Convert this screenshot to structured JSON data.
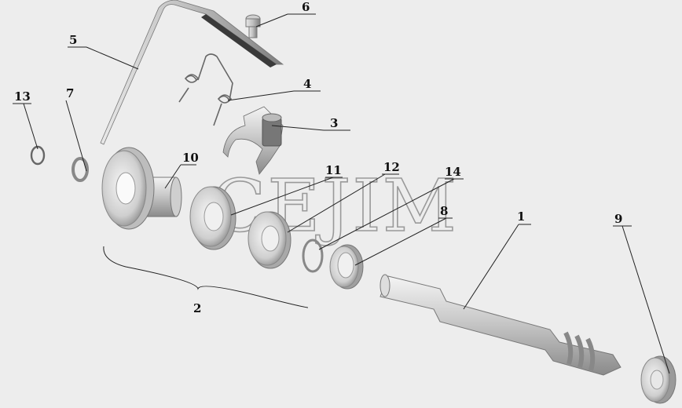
{
  "watermark": "CEJIM",
  "callouts": [
    {
      "id": "label-1",
      "text": "1"
    },
    {
      "id": "label-2",
      "text": "2"
    },
    {
      "id": "label-3",
      "text": "3"
    },
    {
      "id": "label-4",
      "text": "4"
    },
    {
      "id": "label-5",
      "text": "5"
    },
    {
      "id": "label-6",
      "text": "6"
    },
    {
      "id": "label-7",
      "text": "7"
    },
    {
      "id": "label-8",
      "text": "8"
    },
    {
      "id": "label-9",
      "text": "9"
    },
    {
      "id": "label-10",
      "text": "10"
    },
    {
      "id": "label-11",
      "text": "11"
    },
    {
      "id": "label-12",
      "text": "12"
    },
    {
      "id": "label-13",
      "text": "13"
    },
    {
      "id": "label-14",
      "text": "14"
    }
  ]
}
